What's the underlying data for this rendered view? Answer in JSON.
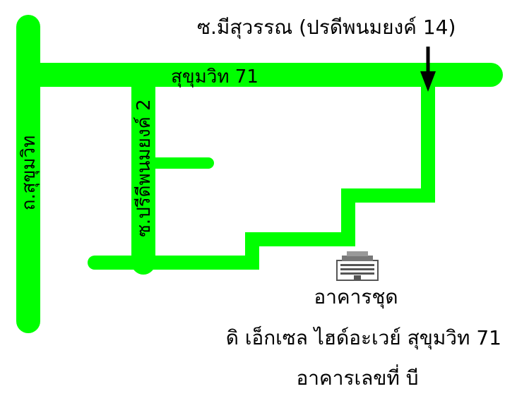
{
  "map": {
    "colors": {
      "road": "#00ff00",
      "text": "#000000",
      "background": "#ffffff",
      "building": "#555555"
    },
    "labels": {
      "top_soi": "ซ.มีสุวรรณ (ปรดีพนมยงค์ 14)",
      "main_road": "สุขุมวิท 71",
      "left_road": "ถ.สุขุมวิท",
      "side_soi": "ซ.ปรีดีพนมยงค์ 2"
    },
    "destination": {
      "icon": "apartment-building-icon",
      "type_label": "อาคารชุด",
      "name": "ดิ เอ็กเซล ไฮด์อะเวย์ สุขุมวิท 71",
      "building_no": "อาคารเลขที่ บี"
    },
    "pointer_icon": "arrow-down-icon"
  }
}
